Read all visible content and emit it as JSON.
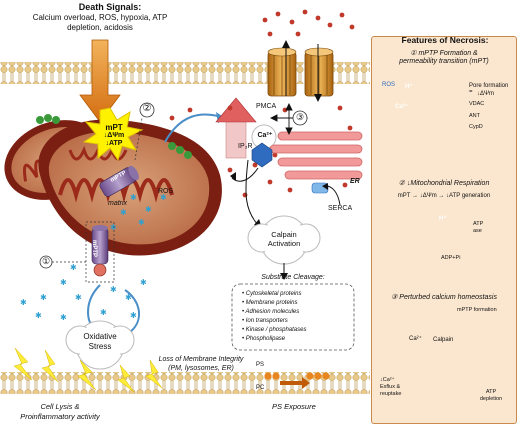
{
  "death_signals": {
    "title": "Death Signals:",
    "line1": "Calcium overload, ROS, hypoxia, ATP",
    "line2": "depletion, acidosis"
  },
  "mito": {
    "mpt_label": "mPT",
    "psi_label": "↓ΔΨm",
    "atp_label": "↓ATP",
    "mptp_label": "mPTP",
    "matrix_label": "matrix",
    "ros_label": "ROS",
    "step1": "①",
    "step2": "②"
  },
  "calcium": {
    "ca_label": "Ca²⁺"
  },
  "er": {
    "label": "ER",
    "ip3r": "IP₃R",
    "serca": "SERCA",
    "step3": "③"
  },
  "pmca": {
    "label": "PMCA"
  },
  "calpain": {
    "activation": "Calpain\nActivation"
  },
  "substrates": {
    "title": "Substrate Cleavage:",
    "items": [
      "• Cytoskeletal proteins",
      "• Membrane proteins",
      "• Adhesion molecules",
      "• Ion transporters",
      "• Kinase / phosphatases",
      "• Phospholipase"
    ]
  },
  "oxidative": {
    "label": "Oxidative\nStress"
  },
  "loss_membrane": {
    "line1": "Loss of Membrane Integrity",
    "line2": "(PM, lysosomes, ER)"
  },
  "cell_lysis": {
    "line1": "Cell Lysis &",
    "line2": "Proinflammatory activity"
  },
  "ps": {
    "top": "PS",
    "bottom": "PC",
    "exposure": "PS Exposure"
  },
  "features": {
    "title": "Features of Necrosis:",
    "f1_title": "① mPTP Formation &",
    "f1_sub": "permeability transition (mPT)",
    "f1_ros": "ROS",
    "f1_h": "H⁺",
    "f1_ca": "Ca²⁺",
    "f1_pore": "Pore formation =",
    "f1_pore2": "↓ΔΨm",
    "f1_vdac": "VDAC",
    "f1_ant": "ANT",
    "f1_cypd": "CypD",
    "f2_title": "② ↓Mitochondrial Respiration",
    "f2_chain": "mPT → ↓ΔΨm → ↓ATP generation",
    "f2_h": "H⁺",
    "f2_atp": "ATP",
    "f2_atp2": "ase",
    "f2_adp": "ADP+Pi",
    "f3_title": "③ Perturbed calcium homeostasis",
    "f3_mptp": "mPTP formation",
    "f3_ca": "Ca²⁺",
    "f3_calpain": "Calpain",
    "f3_exflux": "↓Ca²⁺\nExflux &\nreuptake",
    "f3_atp": "ATP\ndepletion"
  },
  "colors": {
    "membrane_head": "#e8c98a",
    "mito_outer": "#7a1f12",
    "mito_inner": "#9b2a1a",
    "accent_orange": "#e8851f",
    "ca_dot": "#c0392b",
    "panel_bg": "#fbe7cf"
  }
}
